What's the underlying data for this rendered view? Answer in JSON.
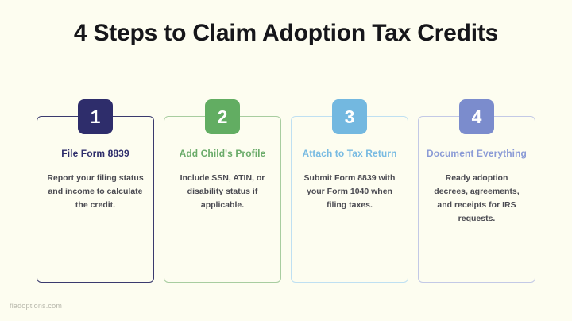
{
  "background_color": "#fdfdf0",
  "header": {
    "title": "4 Steps to Claim Adoption Tax Credits",
    "title_color": "#16161a"
  },
  "steps": [
    {
      "number": "1",
      "title": "File Form 8839",
      "body": "Report your filing status and income to calculate the credit.",
      "badge_color": "#2e2d6b",
      "border_color": "#3a3a6e",
      "title_color": "#2e2d6b"
    },
    {
      "number": "2",
      "title": "Add Child's Profile",
      "body": "Include SSN, ATIN, or disability status if applicable.",
      "badge_color": "#62ad62",
      "border_color": "#a8cda0",
      "title_color": "#6aab69"
    },
    {
      "number": "3",
      "title": "Attach to Tax Return",
      "body": "Submit Form 8839 with your Form 1040 when filing taxes.",
      "badge_color": "#73b8e0",
      "border_color": "#bfe0f2",
      "title_color": "#79bbe2"
    },
    {
      "number": "4",
      "title": "Document Everything",
      "body": "Ready adoption decrees, agreements, and receipts for IRS requests.",
      "badge_color": "#7b8ccd",
      "border_color": "#c3c9e6",
      "title_color": "#8b9bd6"
    }
  ],
  "footer": {
    "watermark": "fladoptions.com",
    "color": "#b7b7ab"
  }
}
